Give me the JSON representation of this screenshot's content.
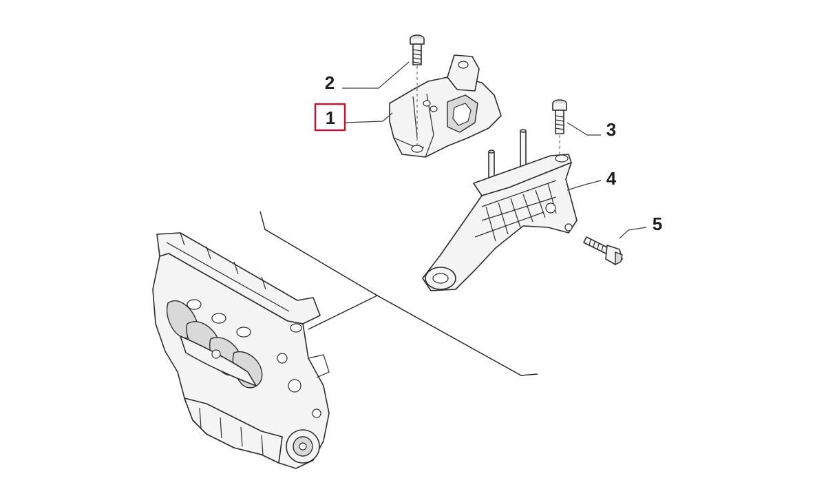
{
  "callouts": {
    "c1": "1",
    "c2": "2",
    "c3": "3",
    "c4": "4",
    "c5": "5"
  },
  "colors": {
    "highlight": "#c8102e",
    "ink": "#1e1e1e",
    "background": "#ffffff"
  },
  "highlighted_callout": "1"
}
